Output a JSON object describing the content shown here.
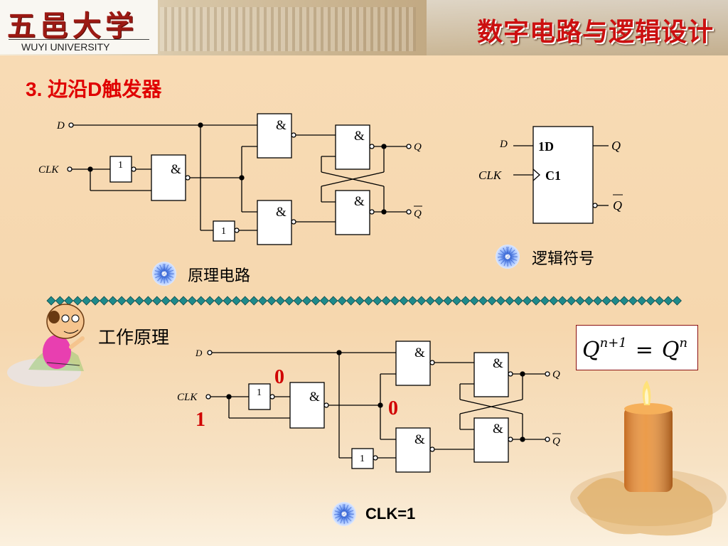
{
  "header": {
    "logo_cn": "五邑大学",
    "logo_en": "WUYI UNIVERSITY",
    "course_title": "数字电路与逻辑设计"
  },
  "slide": {
    "title": "3. 边沿D触发器"
  },
  "circuit_top": {
    "caption": "原理电路",
    "labels": {
      "d": "D",
      "clk": "CLK",
      "q": "Q",
      "qbar": "Q"
    },
    "gate_and": "&",
    "gate_not": "1"
  },
  "logic_symbol": {
    "caption": "逻辑符号",
    "labels": {
      "d": "D",
      "clk": "CLK",
      "in_d": "1D",
      "in_c": "C1",
      "q": "Q",
      "qbar": "Q"
    }
  },
  "working": {
    "heading": "工作原理",
    "labels": {
      "d": "D",
      "clk": "CLK",
      "q": "Q",
      "qbar": "Q"
    },
    "gate_and": "&",
    "gate_not": "1",
    "value_gate_out": "0",
    "value_mid": "0",
    "value_clk": "1",
    "caption": "CLK=1",
    "formula": {
      "base": "Q",
      "sup": "n+1",
      "eq": "=",
      "rhs": "Q",
      "rhs_sup": "n"
    }
  },
  "colors": {
    "title_red": "#e00000",
    "divider_teal": "#1e8a8a",
    "header_red": "#cc1010"
  }
}
